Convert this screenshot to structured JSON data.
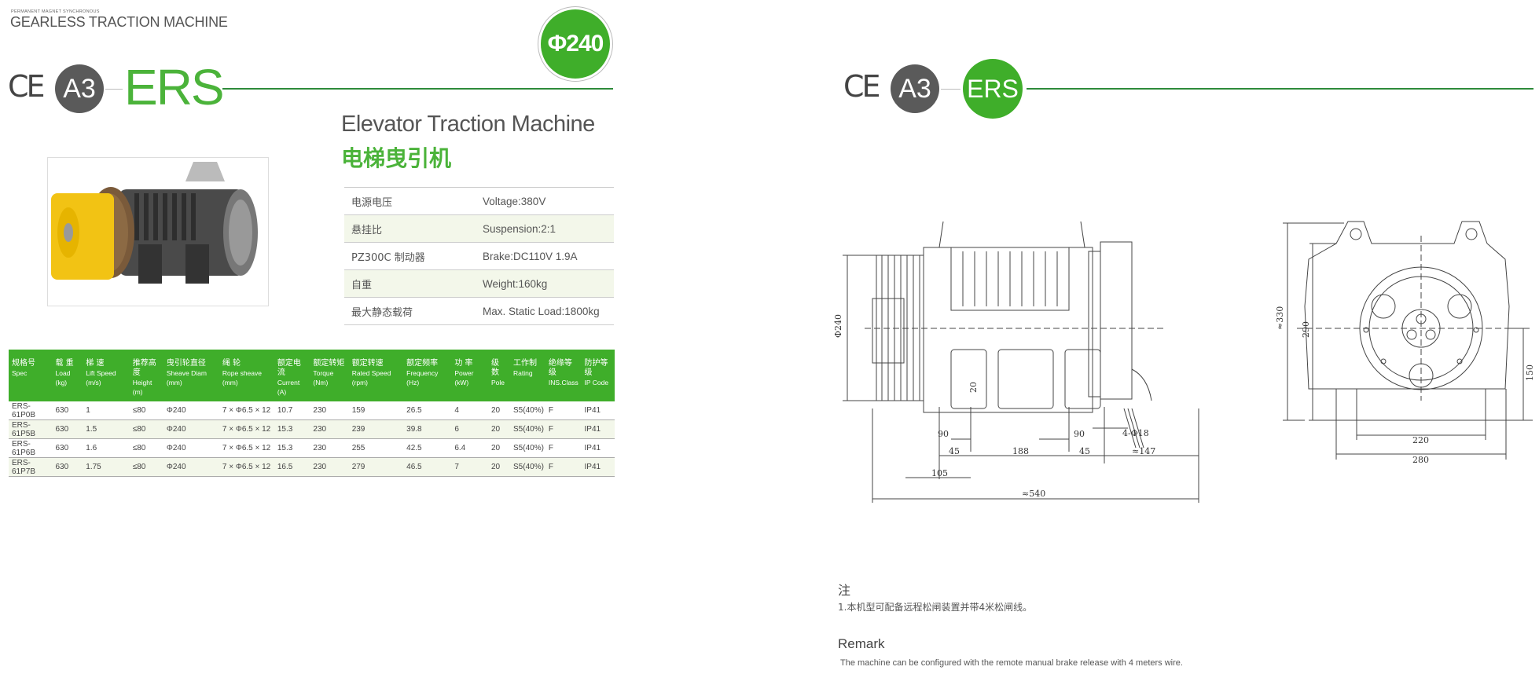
{
  "header": {
    "subtitle": "PERMANENT MAGNET SYNCHRONOUS",
    "title": "GEARLESS TRACTION MACHINE",
    "diameter_badge": "Φ240"
  },
  "badges": {
    "ce": "CE",
    "class": "A3",
    "series": "ERS"
  },
  "product": {
    "title_en": "Elevator Traction Machine",
    "title_cn": "电梯曳引机"
  },
  "specs": [
    {
      "k": "电源电压",
      "v": "Voltage:380V"
    },
    {
      "k": "悬挂比",
      "v": "Suspension:2:1"
    },
    {
      "k": "PZ300C 制动器",
      "v": "Brake:DC110V 1.9A"
    },
    {
      "k": "自重",
      "v": "Weight:160kg"
    },
    {
      "k": "最大静态载荷",
      "v": "Max. Static Load:1800kg"
    }
  ],
  "table": {
    "headers": [
      {
        "cn": "规格号",
        "en": "Spec"
      },
      {
        "cn": "载 重",
        "en": "Load (kg)"
      },
      {
        "cn": "梯 速",
        "en": "Lift Speed (m/s)"
      },
      {
        "cn": "推荐高度",
        "en": "Height (m)"
      },
      {
        "cn": "曳引轮直径",
        "en": "Sheave Diam (mm)"
      },
      {
        "cn": "绳 轮",
        "en": "Rope sheave (mm)"
      },
      {
        "cn": "额定电流",
        "en": "Current (A)"
      },
      {
        "cn": "额定转矩",
        "en": "Torque (Nm)"
      },
      {
        "cn": "额定转速",
        "en": "Rated Speed (rpm)"
      },
      {
        "cn": "额定频率",
        "en": "Frequency (Hz)"
      },
      {
        "cn": "功 率",
        "en": "Power (kW)"
      },
      {
        "cn": "级 数",
        "en": "Pole"
      },
      {
        "cn": "工作制",
        "en": "Rating"
      },
      {
        "cn": "绝缘等级",
        "en": "INS.Class"
      },
      {
        "cn": "防护等级",
        "en": "IP Code"
      }
    ],
    "rows": [
      [
        "ERS-61P0B",
        "630",
        "1",
        "≤80",
        "Φ240",
        "7 × Φ6.5 × 12",
        "10.7",
        "230",
        "159",
        "26.5",
        "4",
        "20",
        "S5(40%)",
        "F",
        "IP41"
      ],
      [
        "ERS-61P5B",
        "630",
        "1.5",
        "≤80",
        "Φ240",
        "7 × Φ6.5 × 12",
        "15.3",
        "230",
        "239",
        "39.8",
        "6",
        "20",
        "S5(40%)",
        "F",
        "IP41"
      ],
      [
        "ERS-61P6B",
        "630",
        "1.6",
        "≤80",
        "Φ240",
        "7 × Φ6.5 × 12",
        "15.3",
        "230",
        "255",
        "42.5",
        "6.4",
        "20",
        "S5(40%)",
        "F",
        "IP41"
      ],
      [
        "ERS-61P7B",
        "630",
        "1.75",
        "≤80",
        "Φ240",
        "7 × Φ6.5 × 12",
        "16.5",
        "230",
        "279",
        "46.5",
        "7",
        "20",
        "S5(40%)",
        "F",
        "IP41"
      ]
    ]
  },
  "drawing": {
    "dims": {
      "phi240": "Φ240",
      "d20": "20",
      "d90a": "90",
      "d90b": "90",
      "d45a": "45",
      "d188": "188",
      "d45b": "45",
      "d147": "≈147",
      "d105": "105",
      "d540": "≈540",
      "holes": "4-Φ18",
      "d330": "≈330",
      "d290": "290",
      "d150": "150",
      "d220": "220",
      "d280": "280"
    }
  },
  "notes": {
    "heading_cn": "注",
    "text_cn": "1.本机型可配备远程松闸装置并带4米松闸线。",
    "heading_en": "Remark",
    "text_en": "The machine can be configured with the remote manual brake release with 4 meters wire."
  }
}
